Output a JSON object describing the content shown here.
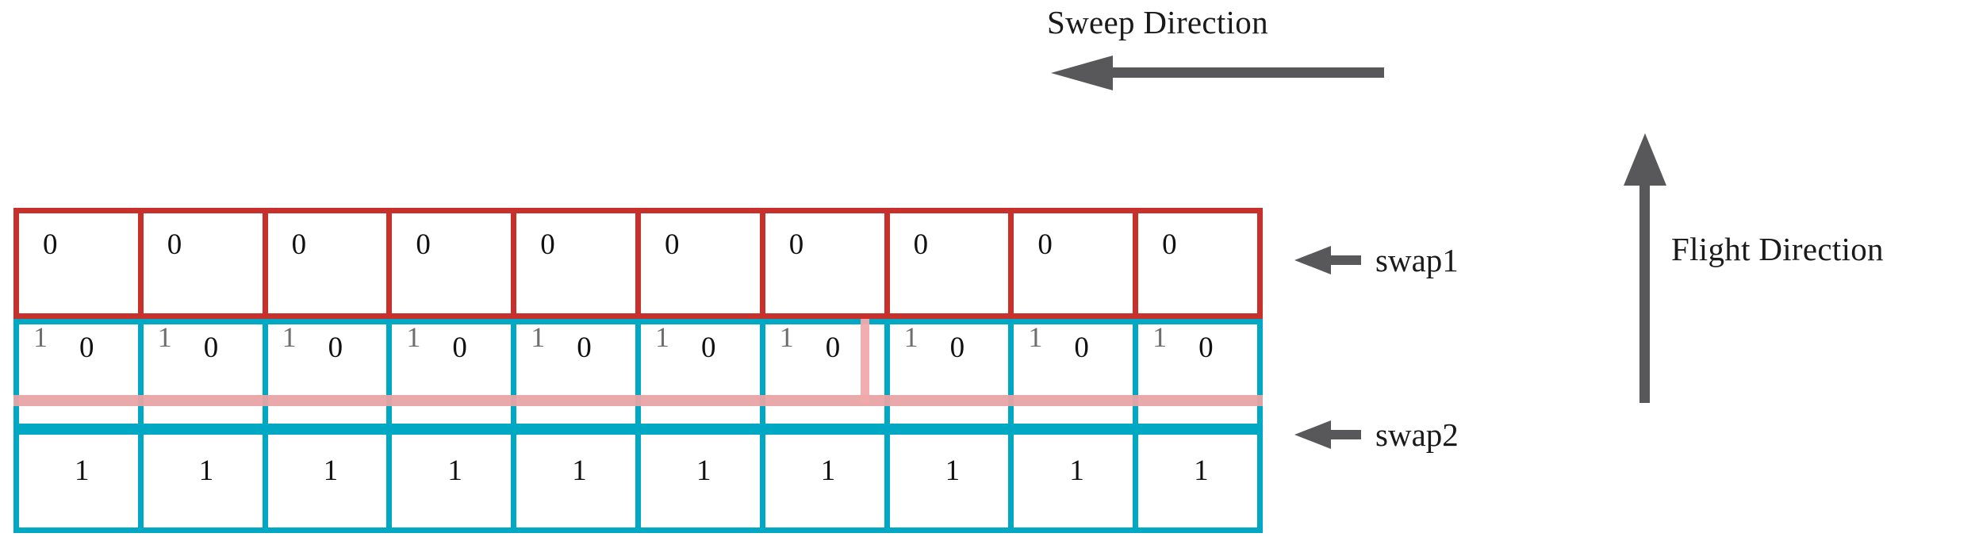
{
  "colors": {
    "red": "#c7302b",
    "cyan": "#00a8c4",
    "pink": "#e8a3a4",
    "arrow_gray": "#58585a",
    "digit_black": "#111111",
    "digit_gray": "#6e6e6e",
    "background": "#ffffff"
  },
  "annotations": {
    "sweep_direction_label": "Sweep Direction",
    "sweep_arrow_icon": "arrow-left-icon",
    "flight_direction_label": "Flight Direction",
    "flight_arrow_icon": "arrow-up-icon",
    "swap1": {
      "label": "swap1",
      "arrow_icon": "arrow-left-icon"
    },
    "swap2": {
      "label": "swap2",
      "arrow_icon": "arrow-left-icon"
    }
  },
  "diagram": {
    "column_count": 10,
    "rows": [
      {
        "id": "swap1-row",
        "name": "red-row",
        "color": "#c7302b",
        "cells": [
          {
            "primary": "0"
          },
          {
            "primary": "0"
          },
          {
            "primary": "0"
          },
          {
            "primary": "0"
          },
          {
            "primary": "0"
          },
          {
            "primary": "0"
          },
          {
            "primary": "0"
          },
          {
            "primary": "0"
          },
          {
            "primary": "0"
          },
          {
            "primary": "0"
          }
        ]
      },
      {
        "id": "swap2-upper-row",
        "name": "cyan-upper-row",
        "color": "#00a8c4",
        "cells": [
          {
            "secondary": "1",
            "primary": "0"
          },
          {
            "secondary": "1",
            "primary": "0"
          },
          {
            "secondary": "1",
            "primary": "0"
          },
          {
            "secondary": "1",
            "primary": "0"
          },
          {
            "secondary": "1",
            "primary": "0"
          },
          {
            "secondary": "1",
            "primary": "0"
          },
          {
            "secondary": "1",
            "primary": "0"
          },
          {
            "secondary": "1",
            "primary": "0"
          },
          {
            "secondary": "1",
            "primary": "0"
          },
          {
            "secondary": "1",
            "primary": "0"
          }
        ]
      },
      {
        "id": "swap2-lower-row",
        "name": "cyan-lower-row",
        "color": "#00a8c4",
        "cells": [
          {
            "primary": "1"
          },
          {
            "primary": "1"
          },
          {
            "primary": "1"
          },
          {
            "primary": "1"
          },
          {
            "primary": "1"
          },
          {
            "primary": "1"
          },
          {
            "primary": "1"
          },
          {
            "primary": "1"
          },
          {
            "primary": "1"
          },
          {
            "primary": "1"
          }
        ]
      }
    ],
    "markers": {
      "horizontal_line_color": "#e8a3a4",
      "vertical_tick_color": "#f0a9ab",
      "vertical_tick_column_boundary": 7
    }
  }
}
